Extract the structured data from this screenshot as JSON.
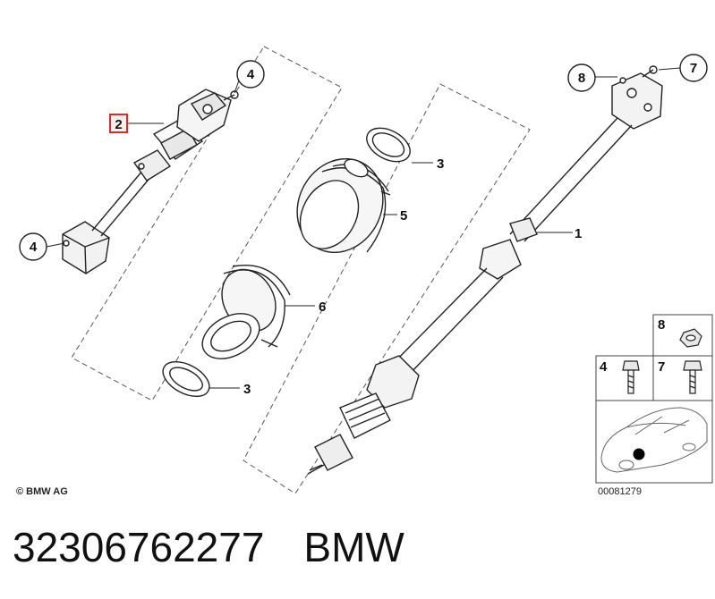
{
  "diagram": {
    "callouts": {
      "c1": "1",
      "c2": "2",
      "c3a": "3",
      "c3b": "3",
      "c4a": "4",
      "c4b": "4",
      "c5": "5",
      "c6": "6",
      "c7": "7",
      "c8": "8"
    },
    "legend": {
      "nut_label": "8",
      "bolt4_label": "4",
      "bolt7_label": "7",
      "ref_number": "00081279"
    },
    "copyright": "© BMW AG",
    "highlight_color": "#d32f2f"
  },
  "footer": {
    "part_number": "32306762277",
    "brand": "BMW"
  }
}
